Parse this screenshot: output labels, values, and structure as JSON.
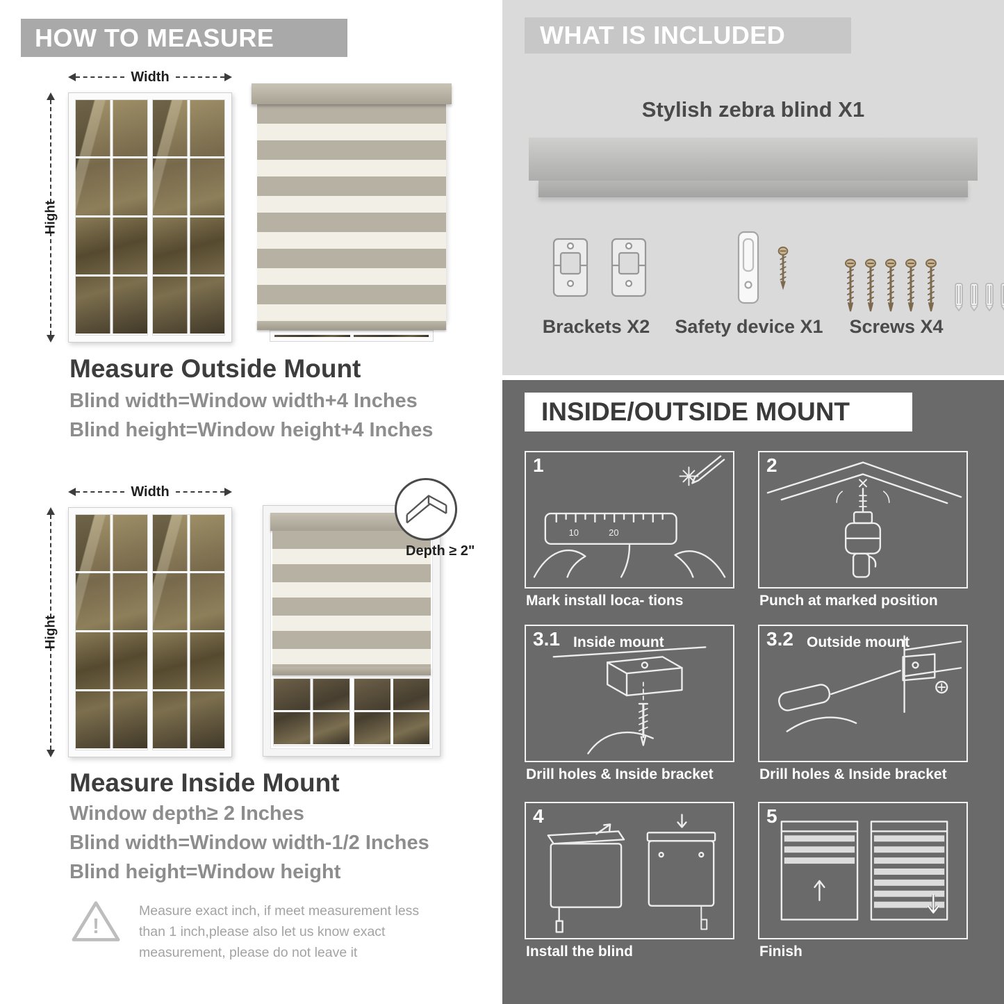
{
  "colors": {
    "banner_gray": "#a9a9a9",
    "included_bg": "#dadada",
    "included_banner": "#c7c7c7",
    "mount_bg": "#6a6a6a",
    "heading_text": "#3d3d3d",
    "measure_text": "#8d8d8d",
    "stripe_gray": "#b7b1a4",
    "stripe_cream": "#f2efe7"
  },
  "how_to_measure": {
    "header": "HOW TO MEASURE",
    "outside": {
      "width_label": "Width",
      "height_label": "Hight",
      "title": "Measure Outside Mount",
      "lines": [
        "Blind width=Window width+4 Inches",
        "Blind height=Window height+4 Inches"
      ]
    },
    "inside": {
      "width_label": "Width",
      "height_label": "Hight",
      "depth_note": "Depth ≥ 2\"",
      "title": "Measure Inside Mount",
      "lines": [
        "Window depth≥ 2 Inches",
        "Blind width=Window width-1/2 Inches",
        "Blind height=Window height"
      ]
    },
    "warning_mark": "!",
    "warning_text": "Measure exact inch, if meet measurement less than 1 inch,please also let us know exact measurement, please do not leave it"
  },
  "included": {
    "header": "WHAT IS INCLUDED",
    "product_label": "Stylish zebra blind X1",
    "items": [
      {
        "label": "Brackets X2",
        "icon": "bracket-icon"
      },
      {
        "label": "Safety device X1",
        "icon": "safety-device-icon"
      },
      {
        "label": "Screws X4",
        "icon": "screw-icon"
      }
    ]
  },
  "mount_guide": {
    "header": "INSIDE/OUTSIDE MOUNT",
    "steps": [
      {
        "num": "1",
        "label": "",
        "caption": "Mark install loca- tions",
        "icon": "measuring-tape-icon",
        "tape_marks": [
          "10",
          "20"
        ]
      },
      {
        "num": "2",
        "label": "",
        "caption": "Punch at  marked position",
        "icon": "drill-icon"
      },
      {
        "num": "3.1",
        "label": "Inside mount",
        "caption": "Drill holes &  Inside bracket",
        "icon": "bracket-screw-icon"
      },
      {
        "num": "3.2",
        "label": "Outside mount",
        "caption": "Drill holes &  Inside bracket",
        "icon": "bracket-screwdriver-icon"
      },
      {
        "num": "4",
        "label": "",
        "caption": "Install the blind",
        "icon": "install-blind-icon"
      },
      {
        "num": "5",
        "label": "",
        "caption": "Finish",
        "icon": "finished-blind-icon"
      }
    ]
  }
}
